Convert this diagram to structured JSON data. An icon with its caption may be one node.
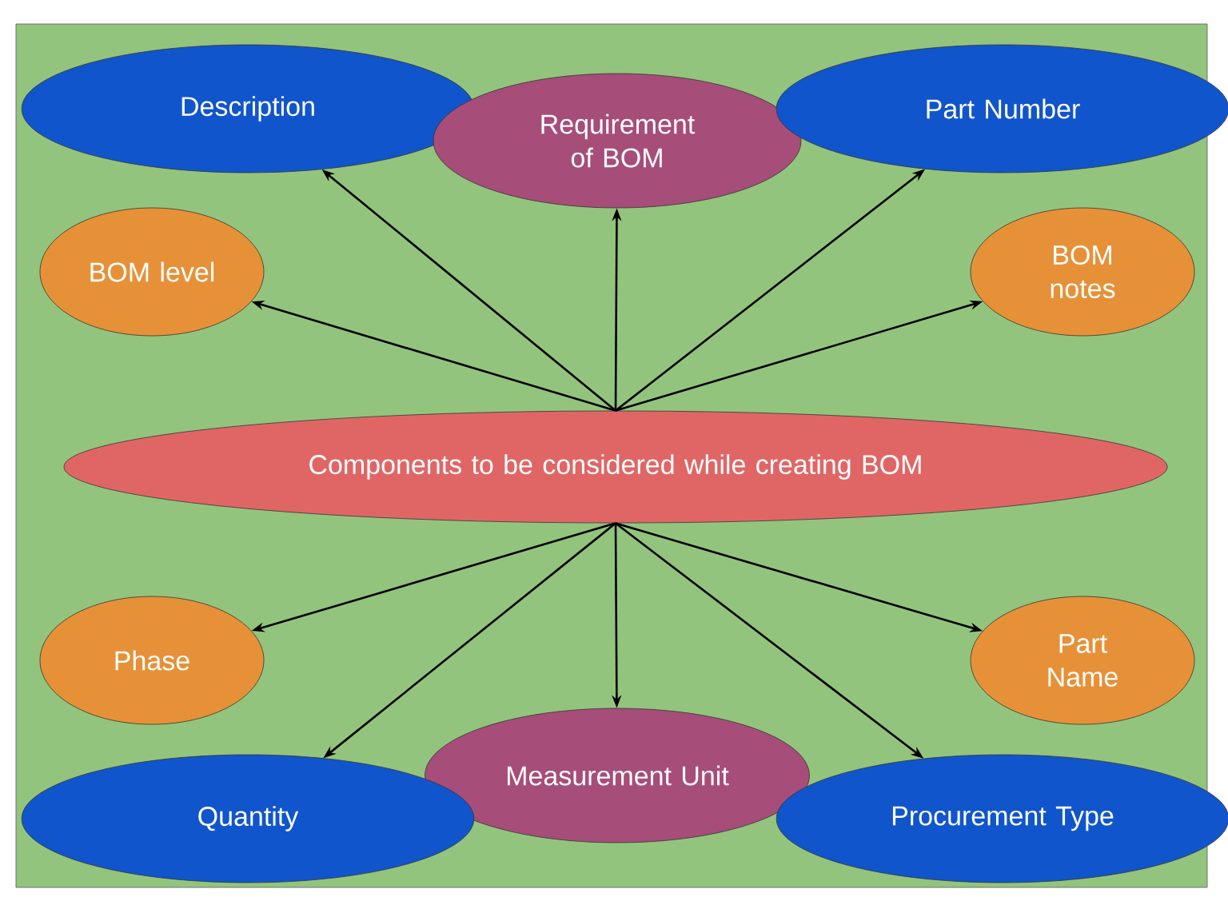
{
  "diagram": {
    "nodes": [
      {
        "text": [
          "Description"
        ]
      },
      {
        "text": [
          "Requirement of BOM"
        ]
      },
      {
        "text": [
          "Part Number"
        ]
      },
      {
        "text": [
          "BOM level"
        ]
      },
      {
        "text": [
          "BOM notes"
        ]
      },
      {
        "text": [
          "Components to be considered while creating BOM"
        ]
      },
      {
        "text": [
          "Phase"
        ]
      },
      {
        "text": [
          "Part Name"
        ]
      },
      {
        "text": [
          "Measurement Unit"
        ]
      },
      {
        "text": [
          "Quantity"
        ]
      },
      {
        "text": [
          "Procurement Type"
        ]
      }
    ],
    "edges": [
      {
        "from": 5,
        "to": 0,
        "arrow": "to"
      },
      {
        "from": 5,
        "to": 1,
        "arrow": "to"
      },
      {
        "from": 5,
        "to": 2,
        "arrow": "to"
      },
      {
        "from": 5,
        "to": 3,
        "arrow": "to"
      },
      {
        "from": 5,
        "to": 4,
        "arrow": "to"
      },
      {
        "from": 5,
        "to": 6,
        "arrow": "to"
      },
      {
        "from": 5,
        "to": 7,
        "arrow": "to"
      },
      {
        "from": 5,
        "to": 8,
        "arrow": "to"
      },
      {
        "from": 5,
        "to": 9,
        "arrow": "to"
      },
      {
        "from": 5,
        "to": 10,
        "arrow": "to"
      }
    ]
  }
}
